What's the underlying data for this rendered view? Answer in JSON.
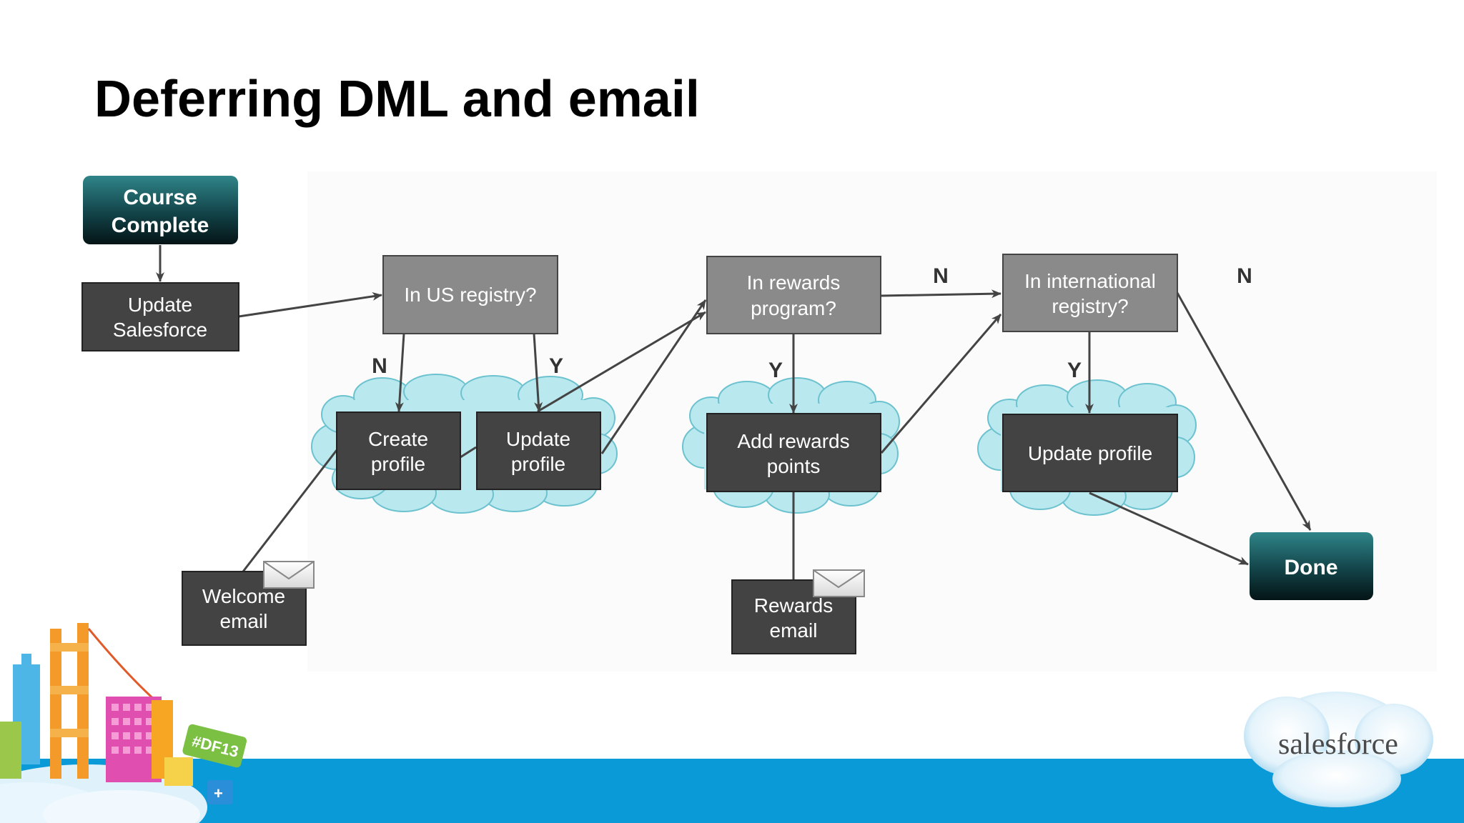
{
  "slide": {
    "title": "Deferring DML and email"
  },
  "nodes": {
    "course_complete": "Course\nComplete",
    "update_salesforce": "Update\nSalesforce",
    "in_us_registry": "In US registry?",
    "create_profile": "Create\nprofile",
    "update_profile_us": "Update\nprofile",
    "welcome_email": "Welcome\nemail",
    "in_rewards_program": "In rewards\nprogram?",
    "add_rewards_points": "Add rewards\npoints",
    "rewards_email": "Rewards\nemail",
    "in_international_registry": "In international\nregistry?",
    "update_profile_intl": "Update profile",
    "done": "Done"
  },
  "edge_labels": {
    "us_no": "N",
    "us_yes": "Y",
    "rewards_no": "N",
    "rewards_yes": "Y",
    "intl_yes": "Y",
    "intl_no": "N"
  },
  "branding": {
    "logo_text": "salesforce",
    "event_badge": "#DF13",
    "plus_badge": "+"
  },
  "colors": {
    "terminal_gradient_top": "#2a7c80",
    "terminal_gradient_bottom": "#051a1c",
    "decision_fill": "#8a8a8a",
    "action_fill": "#434343",
    "cloud_fill": "#b9e8ee",
    "cloud_stroke": "#6cc2cf",
    "footer_band": "#0a9ad8",
    "arrow": "#444444"
  }
}
